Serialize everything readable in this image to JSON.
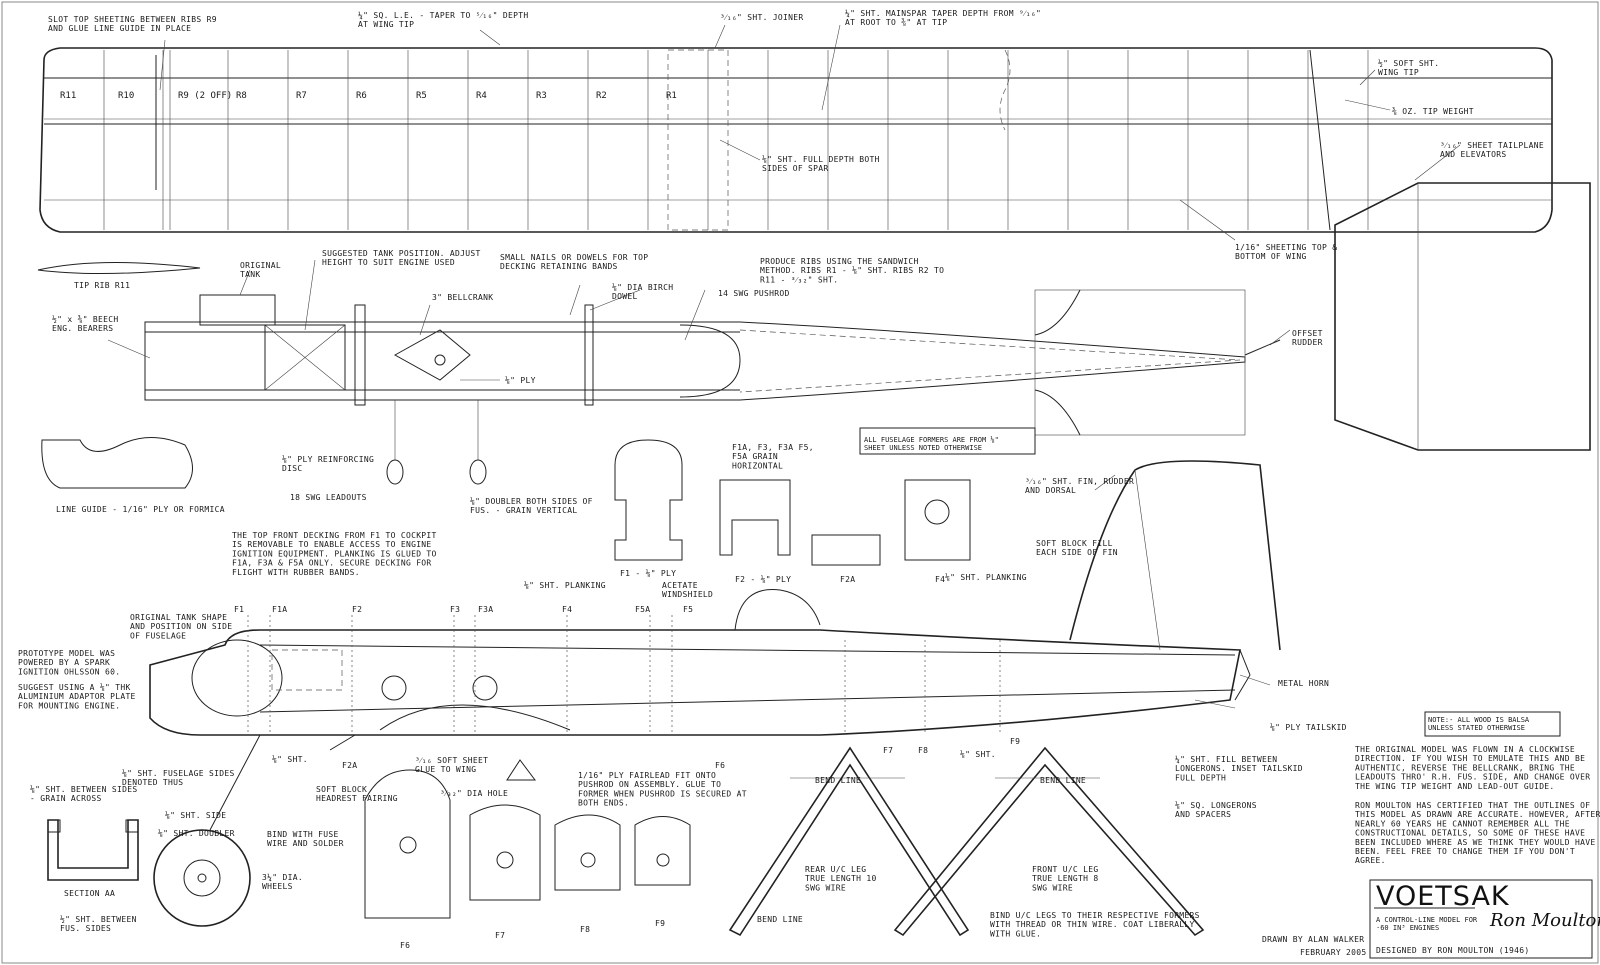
{
  "title": "VOETSAK",
  "subtitle": "A CONTROL-LINE MODEL FOR ·60 IN³ ENGINES",
  "designer": "DESIGNED BY RON MOULTON (1946)",
  "signature": "Ron Moulton",
  "drawn_by": "DRAWN BY ALAN WALKER",
  "drawn_date": "FEBRUARY 2005",
  "note_wood": "NOTE:- ALL WOOD IS BALSA UNLESS STATED OTHERWISE",
  "note_flight": "THE ORIGINAL MODEL WAS FLOWN IN A CLOCKWISE DIRECTION. IF YOU WISH TO EMULATE THIS AND BE AUTHENTIC, REVERSE THE BELLCRANK, BRING THE LEADOUTS THRO' R.H. FUS. SIDE, AND CHANGE OVER THE WING TIP WEIGHT AND LEAD-OUT GUIDE.",
  "note_certified": "RON MOULTON HAS CERTIFIED THAT THE OUTLINES OF THIS MODEL AS DRAWN ARE ACCURATE. HOWEVER, AFTER NEARLY 60 YEARS HE CANNOT REMEMBER ALL THE CONSTRUCTIONAL DETAILS, SO SOME OF THESE HAVE BEEN INCLUDED WHERE AS WE THINK THEY WOULD HAVE BEEN. FEEL FREE TO CHANGE THEM IF YOU DON'T AGREE.",
  "wing": {
    "ribs": [
      "R11",
      "R10",
      "R9 (2 OFF)",
      "R8",
      "R7",
      "R6",
      "R5",
      "R4",
      "R3",
      "R2",
      "R1"
    ],
    "labels": {
      "slot": "SLOT TOP SHEETING BETWEEN RIBS R9 AND GLUE LINE GUIDE IN PLACE",
      "le": "¼\" SQ. L.E. - TAPER TO ⁵⁄₁₆\" DEPTH AT WING TIP",
      "joiner": "³⁄₁₆\" SHT. JOINER",
      "mainspar": "¼\" SHT. MAINSPAR TAPER DEPTH FROM ⁹⁄₁₆\" AT ROOT TO ⅜\" AT TIP",
      "tip": "½\" SOFT SHT. WING TIP",
      "weight": "⅜ OZ. TIP WEIGHT",
      "fulldepth": "⅛\" SHT. FULL DEPTH BOTH SIDES OF SPAR",
      "sheeting": "1/16\" SHEETING TOP & BOTTOM OF WING",
      "ribsmethod": "PRODUCE RIBS USING THE SANDWICH METHOD. RIBS R1 - ⅛\" SHT. RIBS R2 TO R11 - ³⁄₃₂\" SHT.",
      "tiprib": "TIP RIB R11"
    }
  },
  "tailplane": {
    "label": "³⁄₁₆\" SHEET TAILPLANE AND ELEVATORS",
    "offset": "OFFSET RUDDER"
  },
  "fuselage_top": {
    "labels": {
      "origtank": "ORIGINAL TANK",
      "suggested": "SUGGESTED TANK POSITION. ADJUST HEIGHT TO SUIT ENGINE USED",
      "nails": "SMALL NAILS OR DOWELS FOR TOP DECKING RETAINING BANDS",
      "dowel": "⅛\" DIA BIRCH DOWEL",
      "pushrod": "14 SWG PUSHROD",
      "bearers": "½\" x ⅜\" BEECH ENG. BEARERS",
      "bellcrank": "3\" BELLCRANK",
      "ply": "⅛\" PLY",
      "disc": "⅛\" PLY REINFORCING DISC",
      "leadouts": "18 SWG LEADOUTS",
      "doubler": "⅛\" DOUBLER BOTH SIDES OF FUS. - GRAIN VERTICAL",
      "lineguide": "LINE GUIDE - 1/16\" PLY OR FORMICA",
      "formers_note": "ALL FUSELAGE FORMERS ARE FROM ⅛\" SHEET UNLESS NOTED OTHERWISE"
    }
  },
  "formers_top": {
    "grain": "F1A, F3, F3A F5, F5A GRAIN HORIZONTAL",
    "f1": "F1 - ⅛\" PLY",
    "f2": "F2 - ⅛\" PLY",
    "f2a": "F2A",
    "f4": "F4"
  },
  "side_view": {
    "labels": {
      "decking": "THE TOP FRONT DECKING FROM F1 TO COCKPIT IS REMOVABLE TO ENABLE ACCESS TO ENGINE IGNITION EQUIPMENT. PLANKING IS GLUED TO F1A, F3A & F5A ONLY. SECURE DECKING FOR FLIGHT WITH RUBBER BANDS.",
      "origshape": "ORIGINAL TANK SHAPE AND POSITION ON SIDE OF FUSELAGE",
      "prototype": "PROTOTYPE MODEL WAS POWERED BY A SPARK IGNITION OHLSSON 60.",
      "adaptor": "SUGGEST USING A ⅛\" THK ALUMINIUM ADAPTOR PLATE FOR MOUNTING ENGINE.",
      "planking": "⅛\" SHT. PLANKING",
      "acetate": "ACETATE WINDSHIELD",
      "finrudder": "³⁄₁₆\" SHT. FIN, RUDDER AND DORSAL",
      "softblock": "SOFT BLOCK FILL EACH SIDE OF FIN",
      "planking2": "⅛\" SHT. PLANKING",
      "metalhorn": "METAL HORN",
      "tailskid": "⅛\" PLY TAILSKID",
      "fill": "¼\" SHT. FILL BETWEEN LONGERONS. INSET TAILSKID FULL DEPTH",
      "longerons": "⅛\" SQ. LONGERONS AND SPACERS",
      "sidesdenoted": "⅛\" SHT. FUSELAGE SIDES DENOTED THUS",
      "sht18": "⅛\" SHT.",
      "sht18b": "⅛\" SHT.",
      "softsheet": "³⁄₁₆ SOFT SHEET GLUE TO WING",
      "section": "SECTION AA"
    },
    "formers": [
      "F1",
      "F1A",
      "F2",
      "F3",
      "F3A",
      "F4",
      "F5A",
      "F5",
      "F2A",
      "F6",
      "F7",
      "F8",
      "F9"
    ]
  },
  "section_aa": {
    "between": "⅛\" SHT. BETWEEN SIDES - GRAIN ACROSS",
    "side": "⅛\" SHT. SIDE",
    "doubler": "⅛\" SHT. DOUBLER",
    "fus": "½\" SHT. BETWEEN FUS. SIDES",
    "bind": "BIND WITH FUSE WIRE AND SOLDER",
    "wheels": "3¼\" DIA. WHEELS"
  },
  "formers_bottom": {
    "headrest": "SOFT BLOCK HEADREST FAIRING",
    "hole": "³⁄₃₂\" DIA HOLE",
    "fairlead": "1/16\" PLY FAIRLEAD FIT ONTO PUSHROD ON ASSEMBLY. GLUE TO FORMER WHEN PUSHROD IS SECURED AT BOTH ENDS.",
    "names": [
      "F6",
      "F7",
      "F8",
      "F9"
    ]
  },
  "undercarriage": {
    "bendline": "BEND LINE",
    "rear": "REAR U/C LEG TRUE LENGTH 10 SWG WIRE",
    "front": "FRONT U/C LEG TRUE LENGTH 8 SWG WIRE",
    "bind": "BIND U/C LEGS TO THEIR RESPECTIVE FORMERS WITH THREAD OR THIN WIRE. COAT LIBERALLY WITH GLUE."
  }
}
